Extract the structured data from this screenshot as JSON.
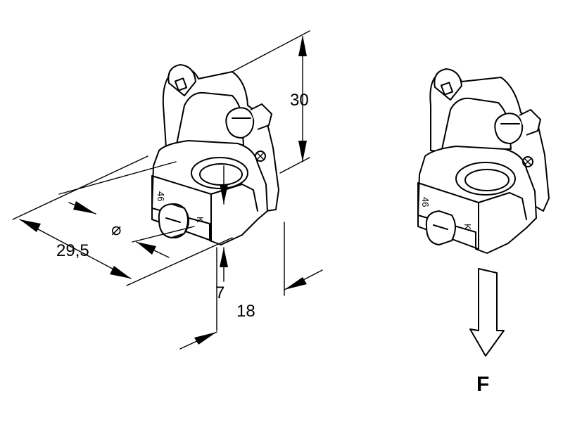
{
  "dimensions": {
    "height": "30",
    "width": "29,5",
    "diameter": "⌀",
    "gap": "7",
    "depth": "18"
  },
  "part_markings": {
    "number": "46",
    "letter": "K"
  },
  "force_label": "F"
}
